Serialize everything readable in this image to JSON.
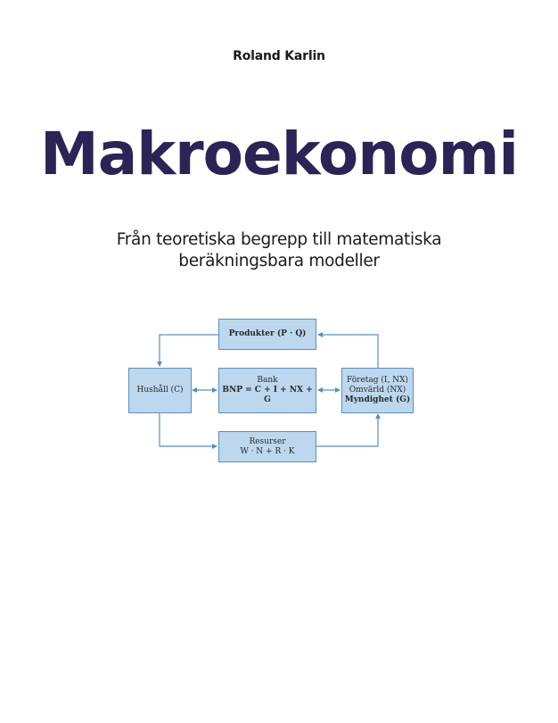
{
  "author": "Roland Karlin",
  "title": "Makroekonomi",
  "subtitle": {
    "line1": "Från teoretiska begrepp till matematiska",
    "line2": "beräkningsbara modeller"
  },
  "diagram": {
    "colors": {
      "box_fill": "#bcd7ee",
      "box_border": "#5b8fbd",
      "arrow": "#5b8fbd",
      "title": "#2b2456"
    },
    "boxes": {
      "produkter": {
        "label": "Produkter (P · Q)"
      },
      "hushall": {
        "label": "Hushåll (C)"
      },
      "bank": {
        "line1": "Bank",
        "line2": "BNP = C + I + NX + G"
      },
      "sectors": {
        "line1": "Företag (I, NX)",
        "line2": "Omvärld (NX)",
        "line3": "Myndighet (G)"
      },
      "resurser": {
        "line1": "Resurser",
        "line2": "W · N + R · K"
      }
    }
  }
}
